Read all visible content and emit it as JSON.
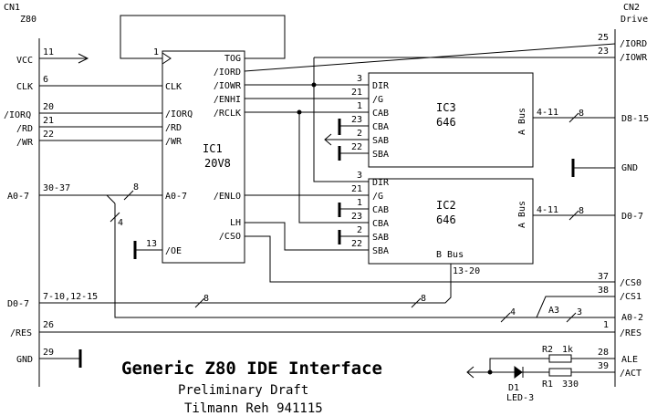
{
  "connectors": {
    "cn1_name": "CN1",
    "cn1_type": "Z80",
    "cn2_name": "CN2",
    "cn2_type": "Drive"
  },
  "cn1_signals": {
    "vcc": "VCC",
    "clk": "CLK",
    "iorq": "/IORQ",
    "rd": "/RD",
    "wr": "/WR",
    "a07": "A0-7",
    "d07": "D0-7",
    "res": "/RES",
    "gnd": "GND"
  },
  "cn1_pins": {
    "vcc": "11",
    "clk": "6",
    "iorq": "20",
    "rd": "21",
    "wr": "22",
    "a07": "30-37",
    "d07": "7-10,12-15",
    "res": "26",
    "gnd": "29"
  },
  "cn2_signals": {
    "iord": "/IORD",
    "iowr": "/IOWR",
    "d815": "D8-15",
    "gnd": "GND",
    "d07": "D0-7",
    "cs0": "/CS0",
    "cs1": "/CS1",
    "a02": "A0-2",
    "res": "/RES",
    "ale": "ALE",
    "act": "/ACT"
  },
  "cn2_pins": {
    "iord": "25",
    "iowr": "23",
    "cs0": "37",
    "cs1": "38",
    "res": "1",
    "ale": "28",
    "act": "39"
  },
  "ic1": {
    "name": "IC1",
    "part": "20V8",
    "pins_left": {
      "clk": "CLK",
      "iorq": "/IORQ",
      "rd": "/RD",
      "wr": "/WR",
      "a07": "A0-7",
      "oe": "/OE"
    },
    "pins_right": {
      "tog": "TOG",
      "iord": "/IORD",
      "iowr": "/IOWR",
      "enhi": "/ENHI",
      "rclk": "/RCLK",
      "enlo": "/ENLO",
      "lh": "LH",
      "cso": "/CSO"
    },
    "pin_tog": "1",
    "pin_oe": "13"
  },
  "ic3": {
    "name": "IC3",
    "part": "646",
    "pins": {
      "dir": "DIR",
      "g": "/G",
      "cab": "CAB",
      "cba": "CBA",
      "sab": "SAB",
      "sba": "SBA"
    },
    "pin_numbers": {
      "dir": "3",
      "g": "21",
      "cab": "1",
      "cba": "23",
      "sab": "2",
      "sba": "22"
    },
    "abus": "A Bus",
    "abus_pins": "4-11"
  },
  "ic2": {
    "name": "IC2",
    "part": "646",
    "pins": {
      "dir": "DIR",
      "g": "/G",
      "cab": "CAB",
      "cba": "CBA",
      "sab": "SAB",
      "sba": "SBA"
    },
    "pin_numbers": {
      "dir": "3",
      "g": "21",
      "cab": "1",
      "cba": "23",
      "sab": "2",
      "sba": "22"
    },
    "abus": "A Bus",
    "abus_pins": "4-11",
    "bbus": "B Bus",
    "bbus_pins": "13-20"
  },
  "bus_widths": {
    "eight": "8",
    "four": "4",
    "three": "3"
  },
  "gate": {
    "name": "A3"
  },
  "resistors": {
    "r2": "R2",
    "r2_value": "1k",
    "r1": "R1",
    "r1_value": "330"
  },
  "led": {
    "name": "D1",
    "type": "LED-3"
  },
  "title": {
    "main": "Generic Z80 IDE Interface",
    "status": "Preliminary Draft",
    "author": "Tilmann Reh 941115"
  }
}
